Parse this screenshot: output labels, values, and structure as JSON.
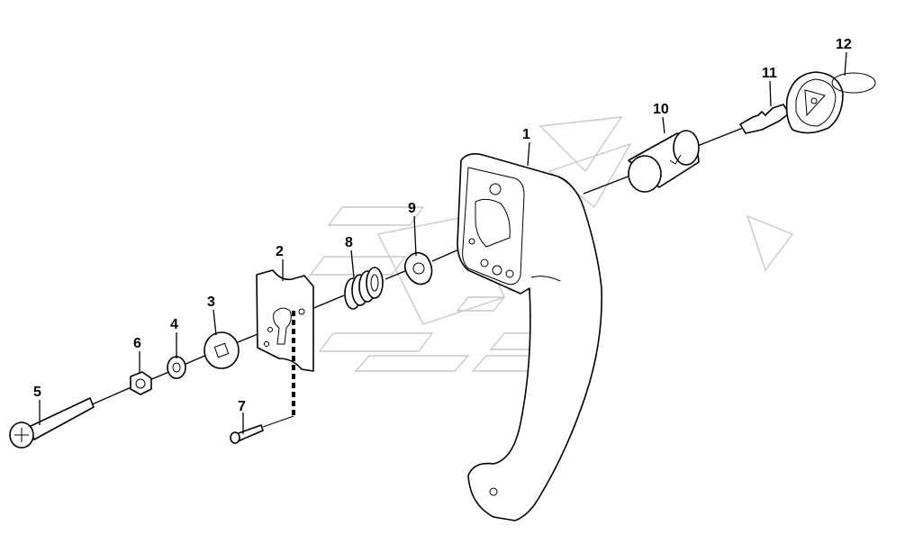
{
  "diagram": {
    "type": "exploded-parts-view",
    "callouts": [
      {
        "id": "c1",
        "label": "1"
      },
      {
        "id": "c2",
        "label": "2"
      },
      {
        "id": "c3",
        "label": "3"
      },
      {
        "id": "c4",
        "label": "4"
      },
      {
        "id": "c5",
        "label": "5"
      },
      {
        "id": "c6",
        "label": "6"
      },
      {
        "id": "c7",
        "label": "7"
      },
      {
        "id": "c8",
        "label": "8"
      },
      {
        "id": "c9",
        "label": "9"
      },
      {
        "id": "c10",
        "label": "10"
      },
      {
        "id": "c11",
        "label": "11"
      },
      {
        "id": "c12",
        "label": "12"
      }
    ],
    "colors": {
      "line": "#000000",
      "watermark": "#c9c9c9",
      "background": "#ffffff"
    }
  }
}
